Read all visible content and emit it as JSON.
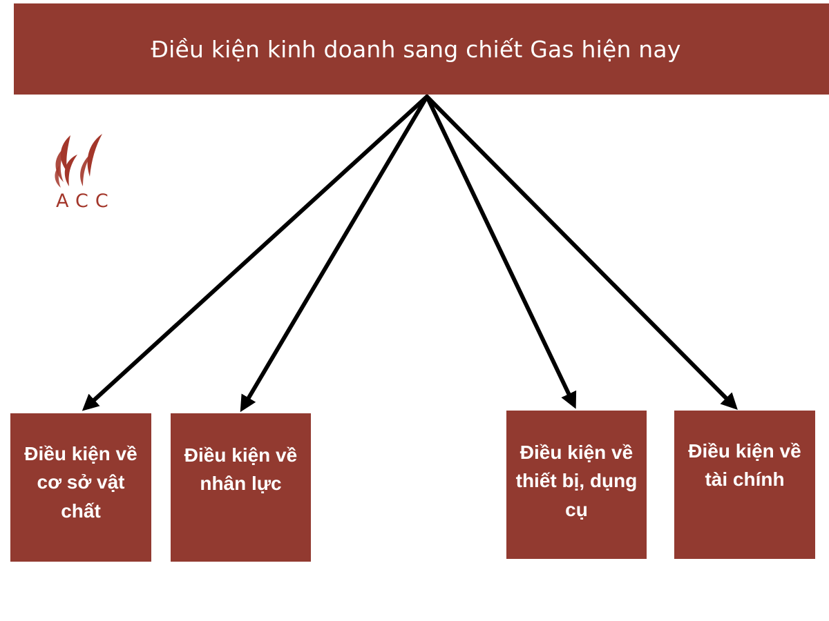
{
  "title": "Điều kiện kinh doanh sang chiết Gas hiện nay",
  "logo": {
    "text": "ACC",
    "color": "#a3362a",
    "icon": "flame-leaves-icon"
  },
  "accent_color": "#923a30",
  "text_color": "#ffffff",
  "arrow_color": "#000000",
  "branches": [
    {
      "label": "Điều kiện về cơ sở vật chất"
    },
    {
      "label": "Điều kiện về nhân lực"
    },
    {
      "label": "Điều kiện về thiết bị, dụng cụ"
    },
    {
      "label": "Điều kiện về tài chính"
    }
  ]
}
